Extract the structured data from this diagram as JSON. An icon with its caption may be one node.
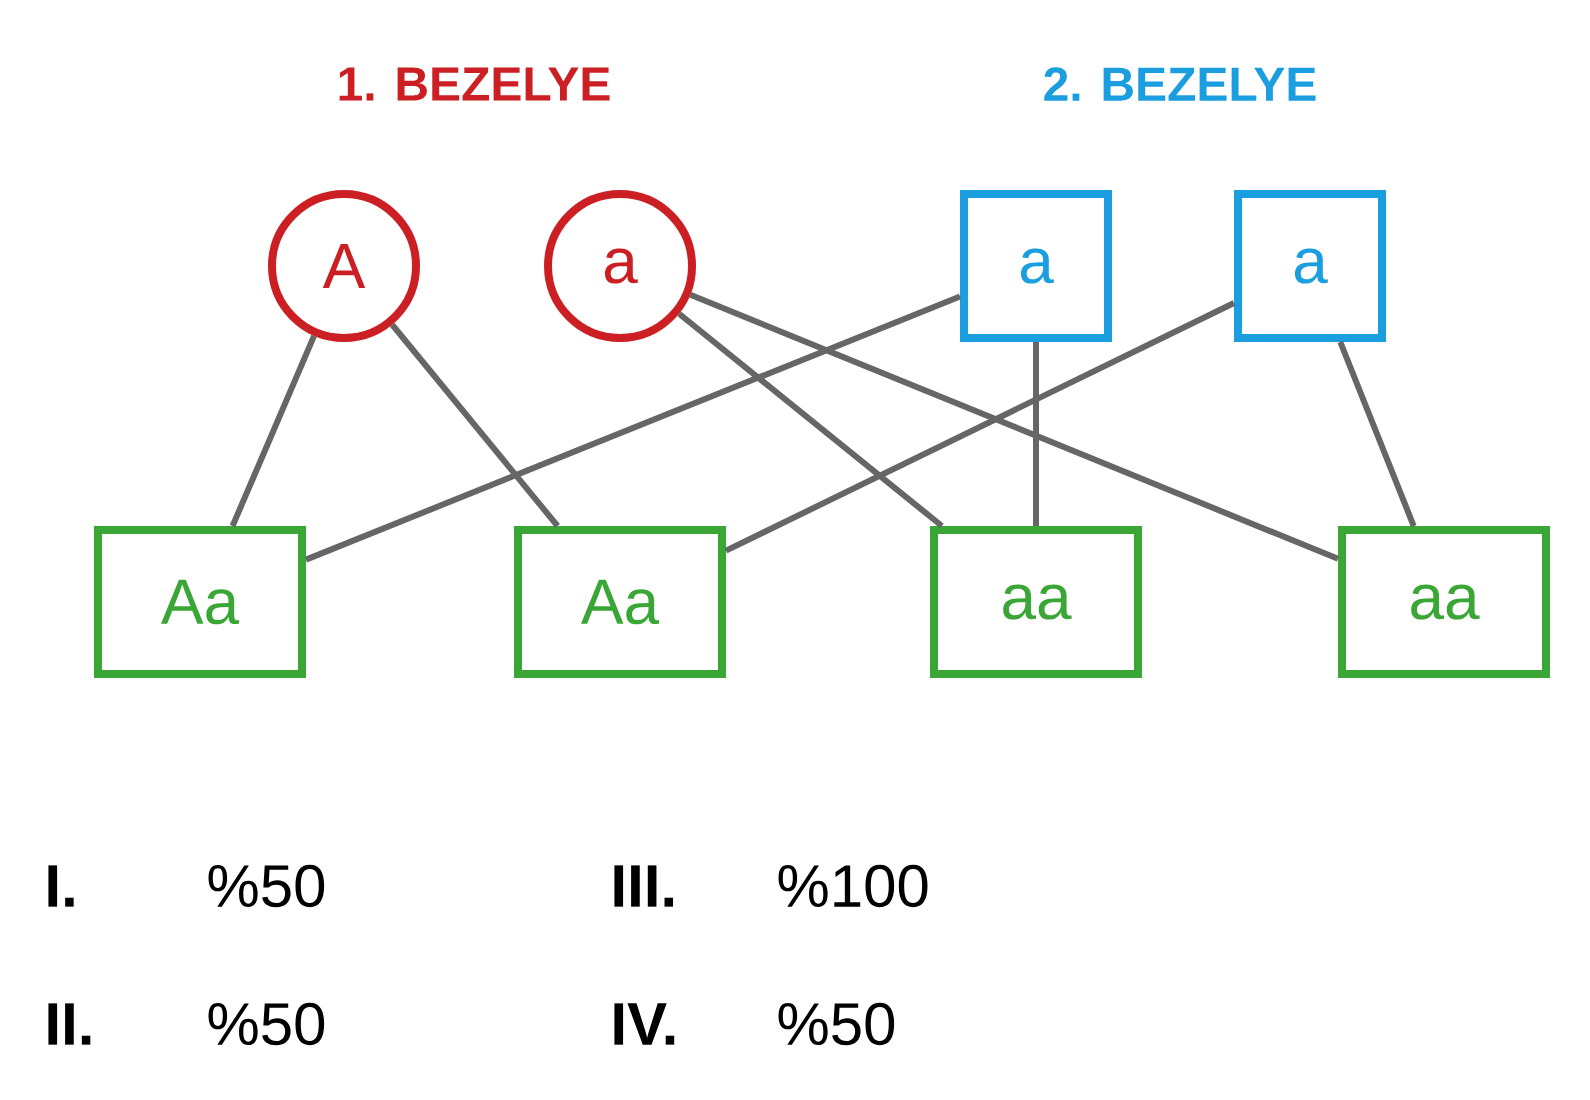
{
  "diagram": {
    "nodes": [
      {
        "text": [
          "A"
        ]
      },
      {
        "text": [
          "a"
        ]
      },
      {
        "text": [
          "a"
        ]
      },
      {
        "text": [
          "a"
        ]
      },
      {
        "text": [
          "Aa"
        ]
      },
      {
        "text": [
          "Aa"
        ]
      },
      {
        "text": [
          "aa"
        ]
      },
      {
        "text": [
          "aa"
        ]
      }
    ],
    "edges": [
      {
        "from": 0,
        "to": 4,
        "arrow": "none"
      },
      {
        "from": 0,
        "to": 5,
        "arrow": "none"
      },
      {
        "from": 1,
        "to": 6,
        "arrow": "none"
      },
      {
        "from": 1,
        "to": 7,
        "arrow": "none"
      },
      {
        "from": 2,
        "to": 4,
        "arrow": "none"
      },
      {
        "from": 2,
        "to": 6,
        "arrow": "none"
      },
      {
        "from": 3,
        "to": 5,
        "arrow": "none"
      },
      {
        "from": 3,
        "to": 7,
        "arrow": "none"
      }
    ],
    "labels": [
      "1. BEZELYE",
      "2. BEZELYE",
      "I.",
      "%50",
      "III.",
      "%100",
      "II.",
      "%50",
      "IV.",
      "%50"
    ]
  }
}
